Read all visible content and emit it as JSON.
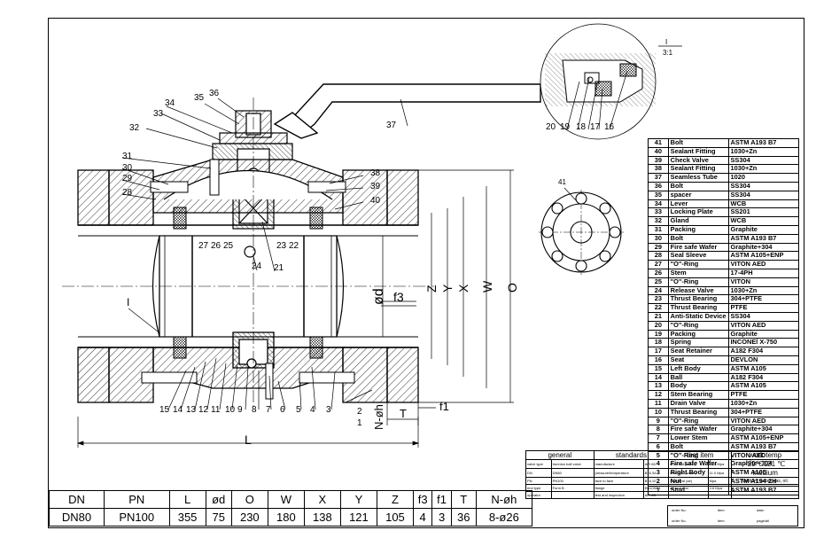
{
  "detail_label": {
    "title": "I",
    "scale": "3:1"
  },
  "callouts": {
    "top_left": [
      "36",
      "35",
      "34",
      "33",
      "32",
      "31",
      "30",
      "29",
      "28"
    ],
    "top_right": [
      "37",
      "38",
      "39",
      "40"
    ],
    "mid": [
      "27",
      "26",
      "25",
      "23",
      "22",
      "24",
      "21"
    ],
    "bottom": [
      "15",
      "14",
      "13",
      "12",
      "11",
      "10",
      "9",
      "8",
      "7",
      "6",
      "5",
      "4",
      "3"
    ],
    "detail": [
      "20",
      "19",
      "18",
      "17",
      "16"
    ],
    "flange_view": "41",
    "section_mark": "I",
    "n_label": "N-øh",
    "two": "2",
    "one": "1"
  },
  "dim_labels": {
    "d": "ød",
    "z": "Z",
    "y": "Y",
    "x": "X",
    "w": "W",
    "o": "O",
    "f3": "f3",
    "f1": "f1",
    "t": "T",
    "l": "L"
  },
  "parts": [
    {
      "no": "41",
      "name": "Bolt",
      "material": "ASTM A193 B7"
    },
    {
      "no": "40",
      "name": "Sealant Fitting",
      "material": "1030+Zn"
    },
    {
      "no": "39",
      "name": "Check Valve",
      "material": "SS304"
    },
    {
      "no": "38",
      "name": "Sealant Fitting",
      "material": "1030+Zn"
    },
    {
      "no": "37",
      "name": "Seamless Tube",
      "material": "1020"
    },
    {
      "no": "36",
      "name": "Bolt",
      "material": "SS304"
    },
    {
      "no": "35",
      "name": "spacer",
      "material": "SS304"
    },
    {
      "no": "34",
      "name": "Lever",
      "material": "WCB"
    },
    {
      "no": "33",
      "name": "Locking Plate",
      "material": "SS201"
    },
    {
      "no": "32",
      "name": "Gland",
      "material": "WCB"
    },
    {
      "no": "31",
      "name": "Packing",
      "material": "Graphite"
    },
    {
      "no": "30",
      "name": "Bolt",
      "material": "ASTM A193 B7"
    },
    {
      "no": "29",
      "name": "Fire safe Wafer",
      "material": "Graphite+304"
    },
    {
      "no": "28",
      "name": "Seal Sleeve",
      "material": "ASTM A105+ENP"
    },
    {
      "no": "27",
      "name": "\"O\"-Ring",
      "material": "VITON AED"
    },
    {
      "no": "26",
      "name": "Stem",
      "material": "17-4PH"
    },
    {
      "no": "25",
      "name": "\"O\"-Ring",
      "material": "VITON"
    },
    {
      "no": "24",
      "name": "Release Valve",
      "material": "1030+Zn"
    },
    {
      "no": "23",
      "name": "Thrust Bearing",
      "material": "304+PTFE"
    },
    {
      "no": "22",
      "name": "Thrust Bearing",
      "material": "PTFE"
    },
    {
      "no": "21",
      "name": "Anti-Static Device",
      "material": "SS304"
    },
    {
      "no": "20",
      "name": "\"O\"-Ring",
      "material": "VITON AED"
    },
    {
      "no": "19",
      "name": "Packing",
      "material": "Graphite"
    },
    {
      "no": "18",
      "name": "Spring",
      "material": "INCONEl X-750"
    },
    {
      "no": "17",
      "name": "Seat Retainer",
      "material": "A182 F304"
    },
    {
      "no": "16",
      "name": "Seat",
      "material": "DEVLON"
    },
    {
      "no": "15",
      "name": "Left Body",
      "material": "ASTM A105"
    },
    {
      "no": "14",
      "name": "Ball",
      "material": "A182 F304"
    },
    {
      "no": "13",
      "name": "Body",
      "material": "ASTM A105"
    },
    {
      "no": "12",
      "name": "Stem Bearing",
      "material": "PTFE"
    },
    {
      "no": "11",
      "name": "Drain Valve",
      "material": "1030+Zn"
    },
    {
      "no": "10",
      "name": "Thrust Bearing",
      "material": "304+PTFE"
    },
    {
      "no": "9",
      "name": "\"O\"-Ring",
      "material": "VITON AED"
    },
    {
      "no": "8",
      "name": "Fire safe Wafer",
      "material": "Graphite+304"
    },
    {
      "no": "7",
      "name": "Lower Stem",
      "material": "ASTM A105+ENP"
    },
    {
      "no": "6",
      "name": "Bolt",
      "material": "ASTM A193 B7"
    },
    {
      "no": "5",
      "name": "\"O\"-Ring",
      "material": "VITON AED"
    },
    {
      "no": "4",
      "name": "Fire safe Wafer",
      "material": "Graphite+304"
    },
    {
      "no": "3",
      "name": "Right Body",
      "material": "ASTM A105"
    },
    {
      "no": "2",
      "name": "Nut",
      "material": "ASTM A194 2H"
    },
    {
      "no": "1",
      "name": "Stud",
      "material": "ASTM A193 B7"
    }
  ],
  "dimensions": {
    "headers": [
      "DN",
      "PN",
      "L",
      "ød",
      "O",
      "W",
      "X",
      "Y",
      "Z",
      "f3",
      "f1",
      "T",
      "N-øh"
    ],
    "values": [
      "DN80",
      "PN100",
      "355",
      "75",
      "230",
      "180",
      "138",
      "121",
      "105",
      "4",
      "3",
      "36",
      "8-ø26"
    ]
  },
  "title_block": {
    "general": "general",
    "standards": "standards",
    "test_item": "test item",
    "work_temp": "work temp",
    "temp_value": "-29℃121 ℃",
    "medium": "medium",
    "medium_value": "Medium: water, gas, oil.",
    "rows": [
      [
        "valve type",
        "trunnion ball valve",
        "manufacture",
        "API 6D",
        "shell test (water)",
        "15.0 Mpa"
      ],
      [
        "DN",
        "DN80",
        "pressure/temperature",
        "B16.34",
        "seat seal (water)",
        "11.0 Mpa"
      ],
      [
        "PN",
        "PN100",
        "face to face",
        "B16.10",
        "Seat seal (air)",
        "Mpa"
      ],
      [
        "end type",
        "Form B",
        "flange",
        "EN1092-1",
        "air seal test",
        "0.6 Mpa"
      ],
      [
        "operator",
        "",
        "test and inspection",
        "API 6D",
        "",
        ""
      ]
    ],
    "order_no": "order No.",
    "item": "item",
    "date": "date:",
    "page": "page/all"
  }
}
